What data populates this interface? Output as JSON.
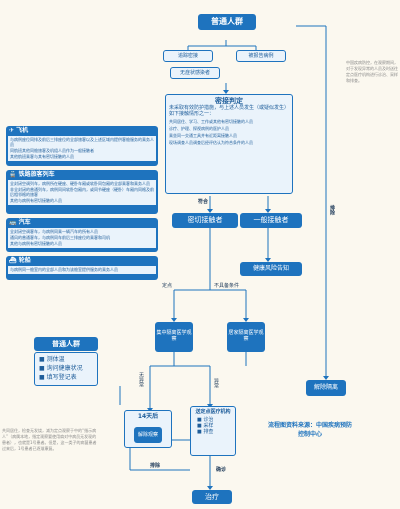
{
  "nodes": {
    "top_crowd": "普通人群",
    "trace": "追踪密接",
    "onset_report": "被报告病例",
    "no_screening": "无症状感染者",
    "judgment_title": "密接判定",
    "judgment_text": "未采取有效防护措施，与上述人员发生（或疑似发生）如下接触情形之一：",
    "judgment_items": [
      "共同居住、学习、工作或其他有密切接触的人员",
      "诊疗、护理、探视病例的医护人员",
      "乘坐同一交通工具并有近距离接触人员",
      "现场调查人员调查后经评估认为符合条件的人员"
    ],
    "plane_title": "飞机",
    "plane_items": [
      "与病例座位同排及前后三排座位的全部旅客以及上述区域内提供客舱服务的乘务人员",
      "同航班其他同舱旅客及机组人员作为一般接触者",
      "其他航班乘客与其有密切接触的人员"
    ],
    "train_title": "铁路旅客列车",
    "train_items": [
      "全封闭空调列车，病例所在硬座、硬卧车厢或软卧同包厢的全部乘客和乘务人员",
      "非全封闭的普通列车，病例同间软卧包厢内，或同节硬座（硬卧）车厢内同格及前后相邻格的旅客",
      "其他与病例有密切接触的人员"
    ],
    "car_title": "汽车",
    "car_items": [
      "全封闭空调客车，与病例同乘一辆汽车的所有人员",
      "通风的普通客车，与病例同车前后三排座位的乘客和司机",
      "其他与病例有密切接触的人员"
    ],
    "ship_title": "轮船",
    "ship_items": [
      "与病例同一舱室内的全部人员和为该舱室提供服务的乘务人员"
    ],
    "match": "符合",
    "close_contact": "密切接触者",
    "general_contact": "一般接触者",
    "health_notice": "健康风险告知",
    "exclude_right": "排除",
    "quarantine": "定点",
    "unavailable": "不具备条件",
    "central_obs": "集中隔离医学观察",
    "home_obs": "居家隔离医学观察",
    "release_obs": "解除隔离",
    "crowd_bottom": "普通人群",
    "crowd_items": [
      "测体温",
      "询问健康状况",
      "填写登记表"
    ],
    "no_abnormal": "无异常",
    "abnormal": "异常",
    "day14": "14天后",
    "release": "解除观察",
    "hospital": "送定点医疗机构",
    "hospital_items": [
      "诊治",
      "采样",
      "排查"
    ],
    "exclude_bottom": "排除",
    "diagnose": "确诊",
    "treat": "治疗",
    "source": "流程图资料来源：中国疾病预防控制中心"
  },
  "background": {
    "left_text": "共同居住，检查无发烧，减为定点观察于中的“指示病人”（病属本地，指定观察要使用肩对中病员无发现的患者），也就是1号患者。但是，这一类子的病菌患者过来后，1号患者已逐渐康复。",
    "right_text": "中国疾病防控，在观察期间，对于发现异常的人员及时送往定点医疗机构进行诊治、采样和排查。"
  }
}
